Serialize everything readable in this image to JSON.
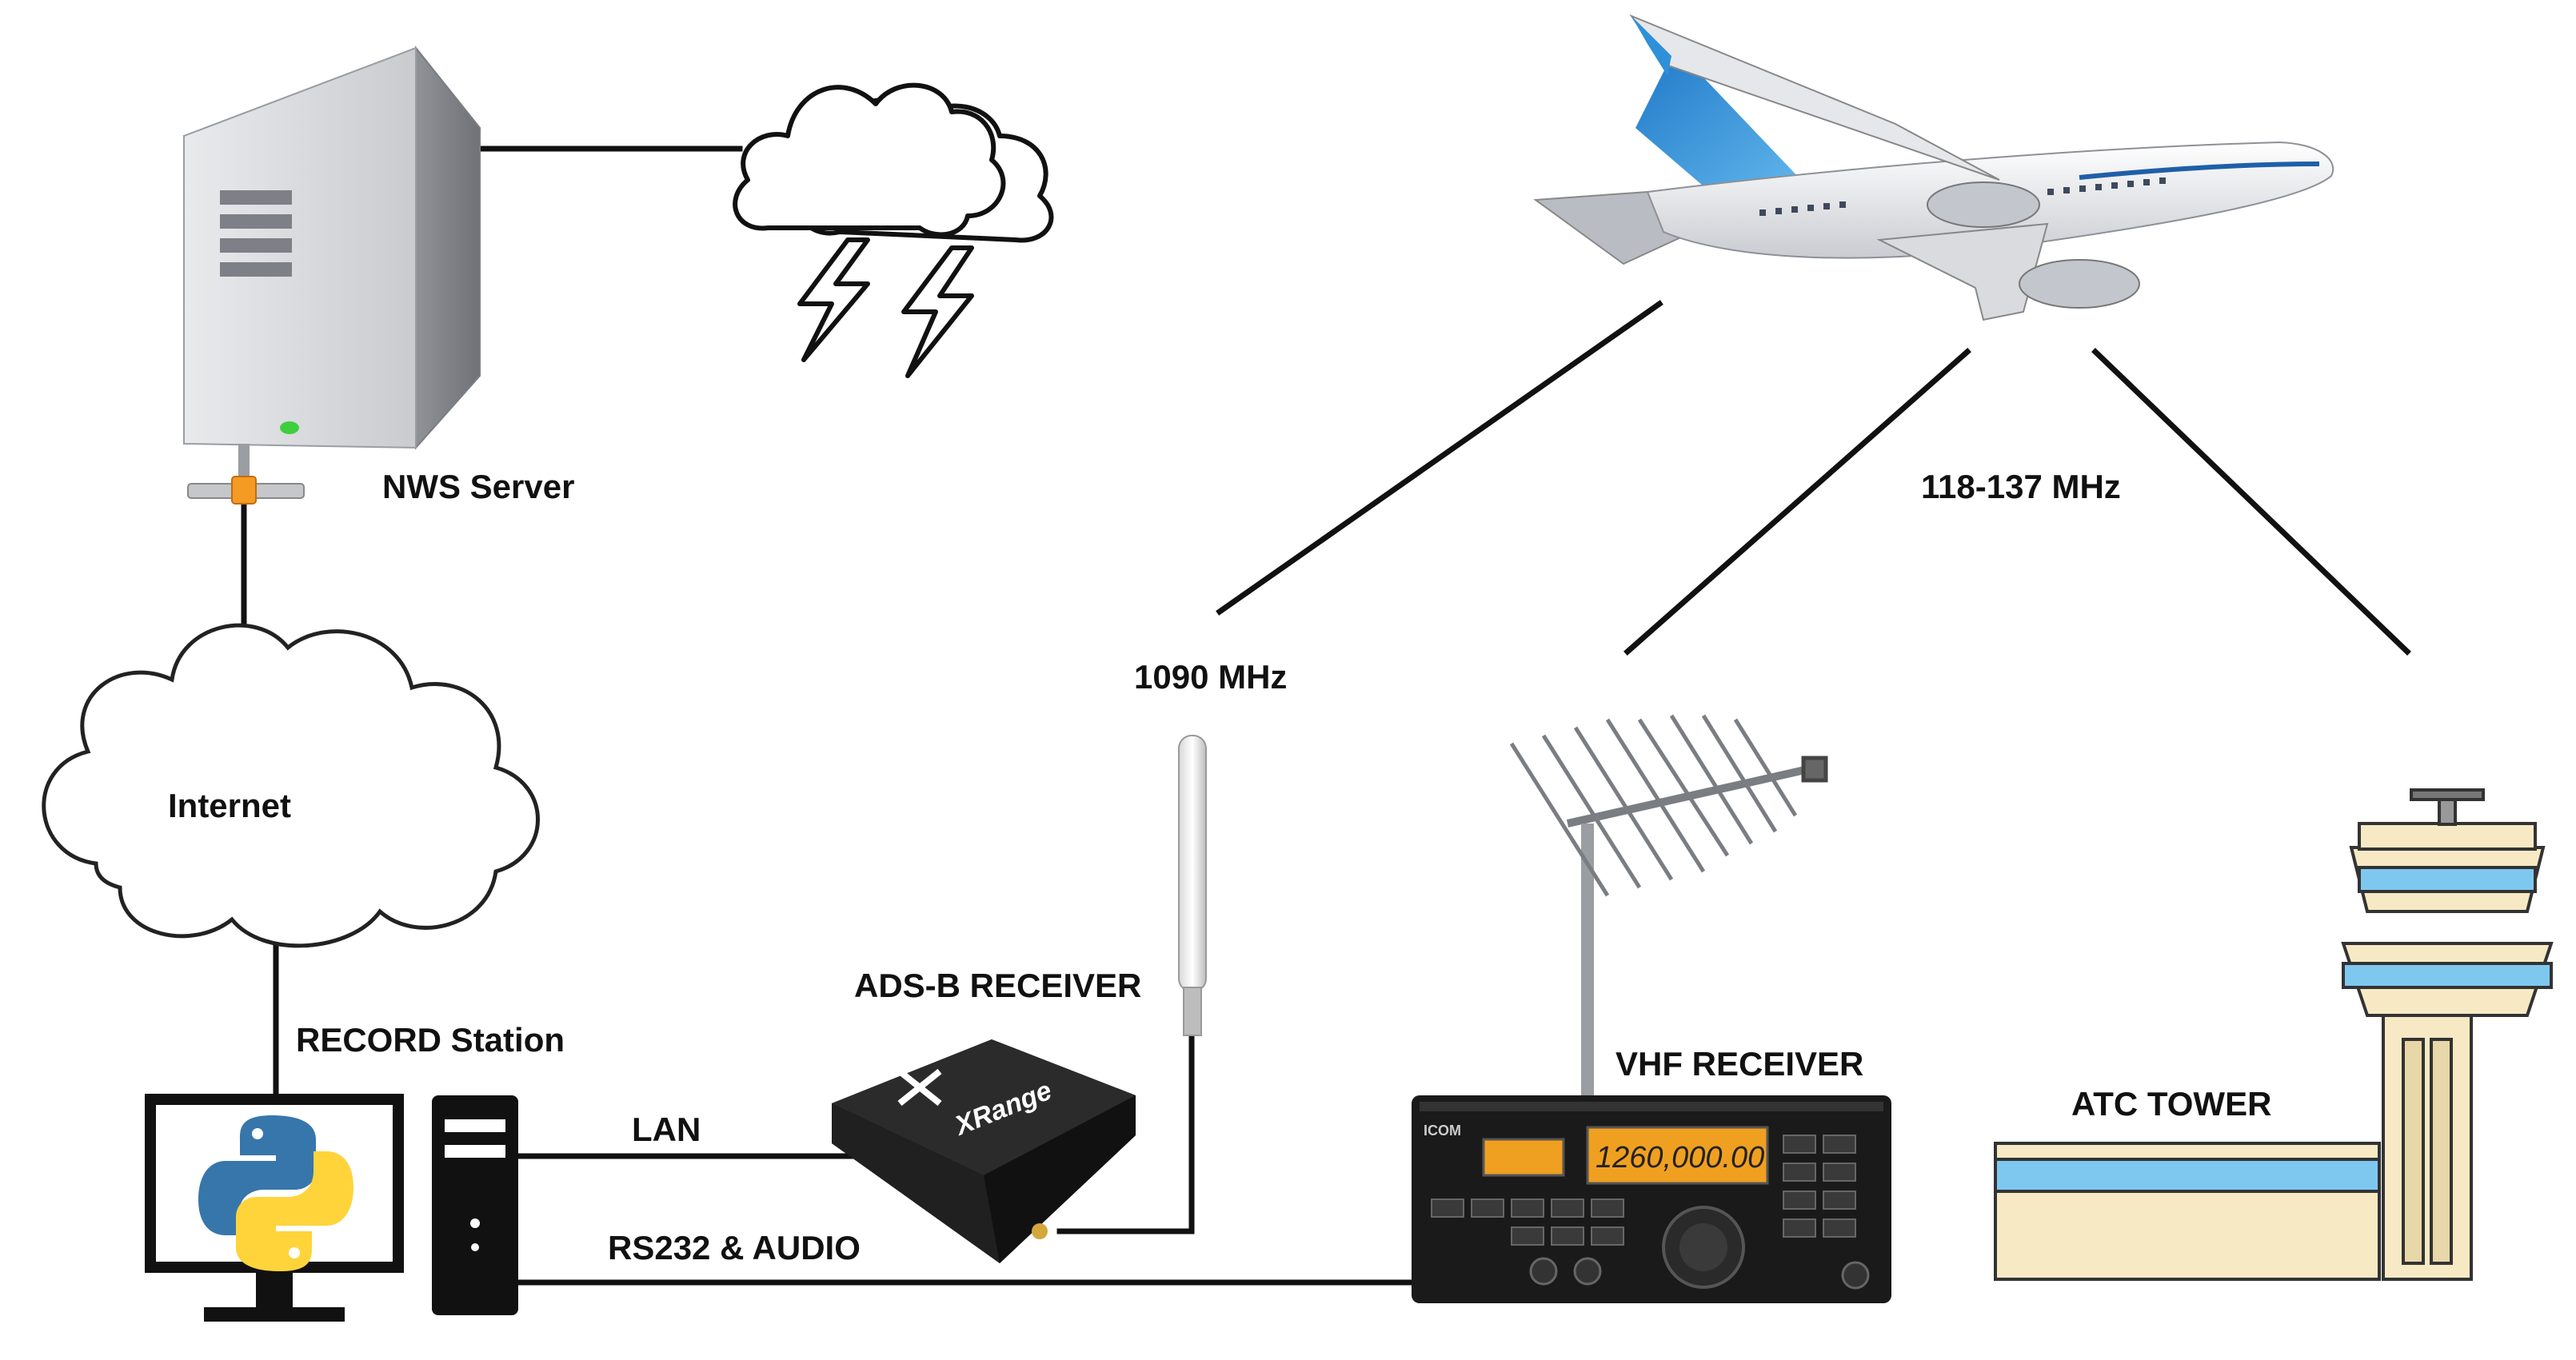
{
  "labels": {
    "nws_server": "NWS Server",
    "internet": "Internet",
    "record_station": "RECORD Station",
    "lan": "LAN",
    "rs232_audio": "RS232 & AUDIO",
    "adsb_receiver": "ADS-B RECEIVER",
    "freq_1090": "1090 MHz",
    "freq_vhf": "118-137 MHz",
    "vhf_receiver": "VHF RECEIVER",
    "atc_tower": "ATC TOWER"
  },
  "devices": {
    "adsb_brand": "XRange",
    "vhf_brand": "ICOM",
    "vhf_display_freq": "1260,000.00"
  },
  "icons": {
    "server": "server-icon",
    "weather": "thunderstorm-cloud-icon",
    "internet": "cloud-icon",
    "monitor": "python-monitor-icon",
    "tower_pc": "pc-tower-icon",
    "adsb": "adsb-receiver-icon",
    "antenna": "whip-antenna-icon",
    "yagi": "yagi-antenna-icon",
    "radio": "vhf-radio-icon",
    "plane": "airplane-icon",
    "atc": "atc-tower-icon"
  },
  "colors": {
    "line": "#111111",
    "plane_tail": "#2f8fd8",
    "python_blue": "#3776ab",
    "python_yellow": "#ffd43b",
    "radio_display": "#f0a020",
    "tower_glass": "#7ec8f0",
    "server_led": "#3ecf3e",
    "connector": "#f59a23"
  }
}
